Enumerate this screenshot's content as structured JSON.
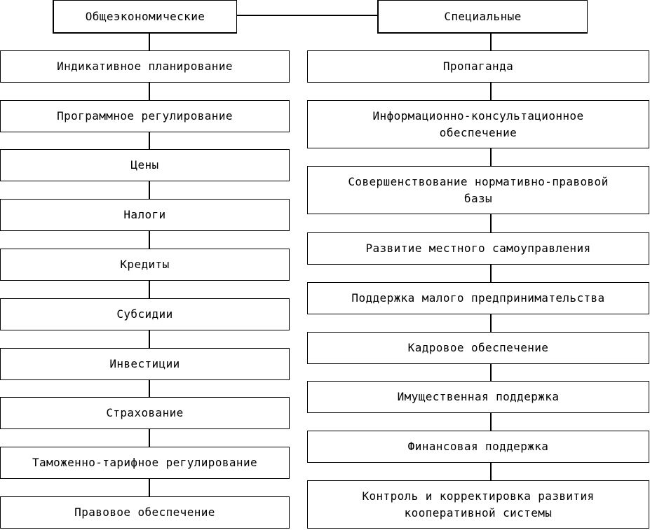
{
  "left_column": {
    "header": "Общеэкономические",
    "items": [
      "Индикативное планирование",
      "Программное регулирование",
      "Цены",
      "Налоги",
      "Кредиты",
      "Субсидии",
      "Инвестиции",
      "Страхование",
      "Таможенно-тарифное регулирование",
      "Правовое обеспечение"
    ]
  },
  "right_column": {
    "header": "Специальные",
    "items": [
      "Пропаганда",
      "Информационно-консультационное\nобеспечение",
      "Совершенствование нормативно-правовой\nбазы",
      "Развитие местного самоуправления",
      "Поддержка малого предпринимательства",
      "Кадровое обеспечение",
      "Имущественная поддержка",
      "Финансовая поддержка",
      "Контроль и корректировка развития\nкооперативной системы"
    ]
  },
  "colors": {
    "line": "#000000",
    "box_fill": "#ffffff"
  }
}
